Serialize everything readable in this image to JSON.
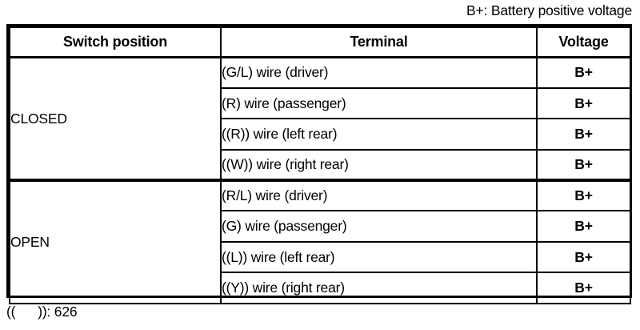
{
  "caption": "B+: Battery positive voltage",
  "table": {
    "columns": [
      {
        "key": "switch",
        "label": "Switch position"
      },
      {
        "key": "terminal",
        "label": "Terminal"
      },
      {
        "key": "voltage",
        "label": "Voltage"
      }
    ],
    "groups": [
      {
        "switch_position": "CLOSED",
        "rows": [
          {
            "terminal": "(G/L) wire (driver)",
            "voltage": "B+"
          },
          {
            "terminal": "(R) wire (passenger)",
            "voltage": "B+"
          },
          {
            "terminal": "((R)) wire (left rear)",
            "voltage": "B+"
          },
          {
            "terminal": "((W)) wire (right rear)",
            "voltage": "B+"
          }
        ]
      },
      {
        "switch_position": "OPEN",
        "rows": [
          {
            "terminal": "(R/L) wire (driver)",
            "voltage": "B+"
          },
          {
            "terminal": "(G) wire (passenger)",
            "voltage": "B+"
          },
          {
            "terminal": "((L)) wire (left rear)",
            "voltage": "B+"
          },
          {
            "terminal": "((Y)) wire (right rear)",
            "voltage": "B+"
          }
        ]
      }
    ]
  },
  "footnote": "((      )): 626"
}
